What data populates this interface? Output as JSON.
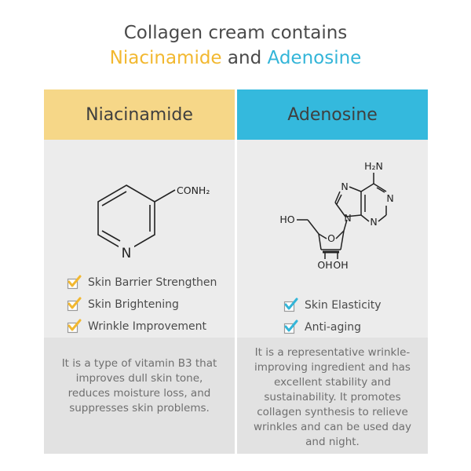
{
  "title": {
    "line1": "Collagen cream contains",
    "ingredient1": "Niacinamide",
    "conjunction": " and ",
    "ingredient2": "Adenosine"
  },
  "colors": {
    "niacinamide_accent": "#f6d788",
    "adenosine_accent": "#34b9dd",
    "check_yellow": "#f2b830",
    "check_blue": "#33b5d8"
  },
  "niacinamide": {
    "header": "Niacinamide",
    "molecule_labels": {
      "group": "CONH₂",
      "ring_n": "N"
    },
    "benefits": [
      "Skin Barrier Strengthen",
      "Skin Brightening",
      "Wrinkle Improvement"
    ],
    "description": "It is a type of vitamin B3 that improves dull skin tone, reduces moisture loss, and suppresses skin problems."
  },
  "adenosine": {
    "header": "Adenosine",
    "molecule_labels": {
      "amine": "H₂N",
      "n1": "N",
      "n3": "N",
      "n7": "N",
      "n9": "N",
      "ho": "HO",
      "o": "O",
      "oh1": "OH",
      "oh2": "OH"
    },
    "benefits": [
      "Skin Elasticity",
      "Anti-aging"
    ],
    "description": "It is a representative wrinkle-improving ingredient and has excellent stability and sustainability. It promotes collagen synthesis to relieve wrinkles and can be used day and night."
  }
}
